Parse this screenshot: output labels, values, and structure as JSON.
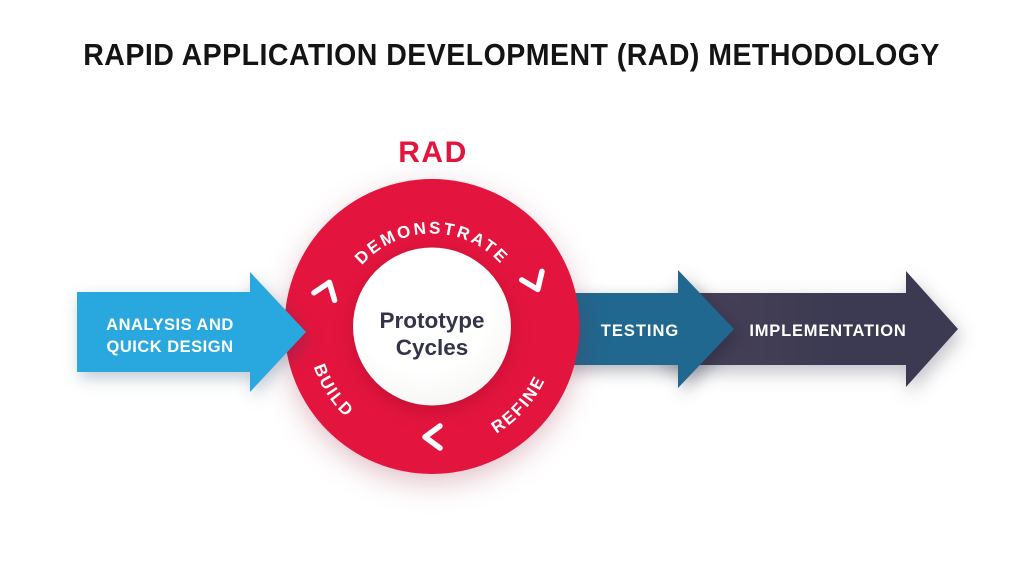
{
  "title": "RAPID APPLICATION DEVELOPMENT (RAD) METHODOLOGY",
  "cycle": {
    "label": "RAD",
    "steps": {
      "top": "DEMONSTRATE",
      "bottom_right": "REFINE",
      "bottom_left": "BUILD"
    },
    "center": {
      "line1": "Prototype",
      "line2": "Cycles"
    }
  },
  "stages": {
    "analysis": {
      "line1": "ANALYSIS AND",
      "line2": "QUICK DESIGN"
    },
    "testing": "TESTING",
    "implementation": "IMPLEMENTATION"
  },
  "colors": {
    "red": "#E3153E",
    "blue": "#29A8E0",
    "teal": "#20688F",
    "dark": "#3B3A52",
    "dark_gradient_start": "#4A4259",
    "center_text": "#333349",
    "label_text": "#FFFFFF",
    "title_text": "#141414"
  }
}
